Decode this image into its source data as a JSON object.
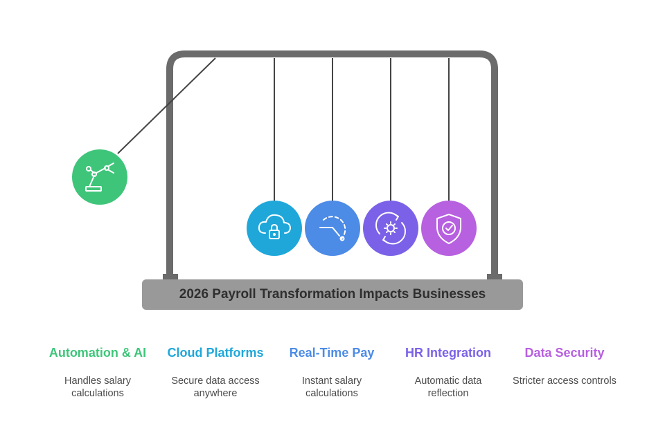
{
  "title": "2026 Payroll Transformation Impacts Businesses",
  "items": [
    {
      "title": "Automation & AI",
      "description": "Handles salary calculations",
      "color": "#3fc57a",
      "icon": "robot-arm-icon"
    },
    {
      "title": "Cloud Platforms",
      "description": "Secure data access anywhere",
      "color": "#1fa7da",
      "icon": "cloud-lock-icon"
    },
    {
      "title": "Real-Time Pay",
      "description": "Instant salary calculations",
      "color": "#4c8be6",
      "icon": "clock-dial-icon"
    },
    {
      "title": "HR Integration",
      "description": "Automatic data reflection",
      "color": "#7b61e8",
      "icon": "gear-sync-icon"
    },
    {
      "title": "Data Security",
      "description": "Stricter access controls",
      "color": "#b760e0",
      "icon": "shield-check-icon"
    }
  ],
  "frame_color": "#6b6b6b",
  "base_color": "#999999"
}
